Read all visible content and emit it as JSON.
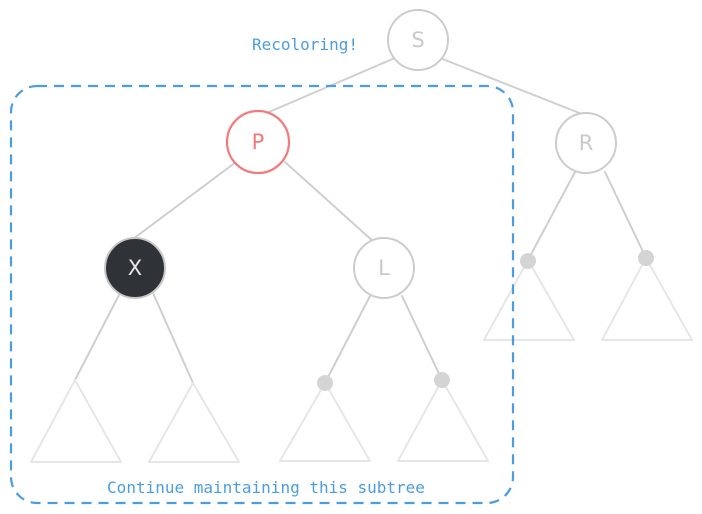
{
  "diagram": {
    "title": "Red-black tree recoloring step",
    "colors": {
      "accent": "#4a9de3",
      "red_node": "#f47a7a",
      "black_node": "#2f3337",
      "grey_node": "#cccccc",
      "edge": "#cfcfcf",
      "subtree": "#e6e6e6"
    },
    "nodes": [
      {
        "id": "S",
        "label": "S",
        "color": "grey"
      },
      {
        "id": "P",
        "label": "P",
        "color": "red"
      },
      {
        "id": "R",
        "label": "R",
        "color": "grey"
      },
      {
        "id": "X",
        "label": "X",
        "color": "black"
      },
      {
        "id": "L",
        "label": "L",
        "color": "grey"
      }
    ],
    "edges": [
      [
        "S",
        "P"
      ],
      [
        "S",
        "R"
      ],
      [
        "P",
        "X"
      ],
      [
        "P",
        "L"
      ]
    ],
    "annotations": {
      "recoloring": "Recoloring!",
      "subtree_caption": "Continue maintaining this subtree"
    }
  }
}
